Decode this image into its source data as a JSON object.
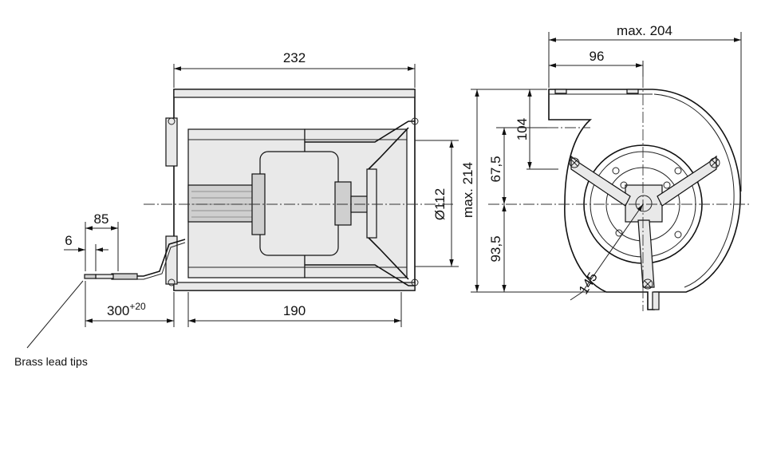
{
  "dimensions": {
    "width_232": "232",
    "lead_85": "85",
    "lead_6": "6",
    "lead_300": "300",
    "lead_300_tol": "+20",
    "depth_190": "190",
    "dia_112": "Ø112",
    "height_214": "max. 214",
    "width_204": "max. 204",
    "offset_96": "96",
    "height_104": "104",
    "height_67_5": "67,5",
    "height_93_5": "93,5",
    "radius_145": "145"
  },
  "labels": {
    "brass_lead_tips": "Brass lead tips"
  },
  "colors": {
    "line": "#111111",
    "fill_light": "#e9e9e9",
    "fill_mid": "#cfcfcf"
  }
}
